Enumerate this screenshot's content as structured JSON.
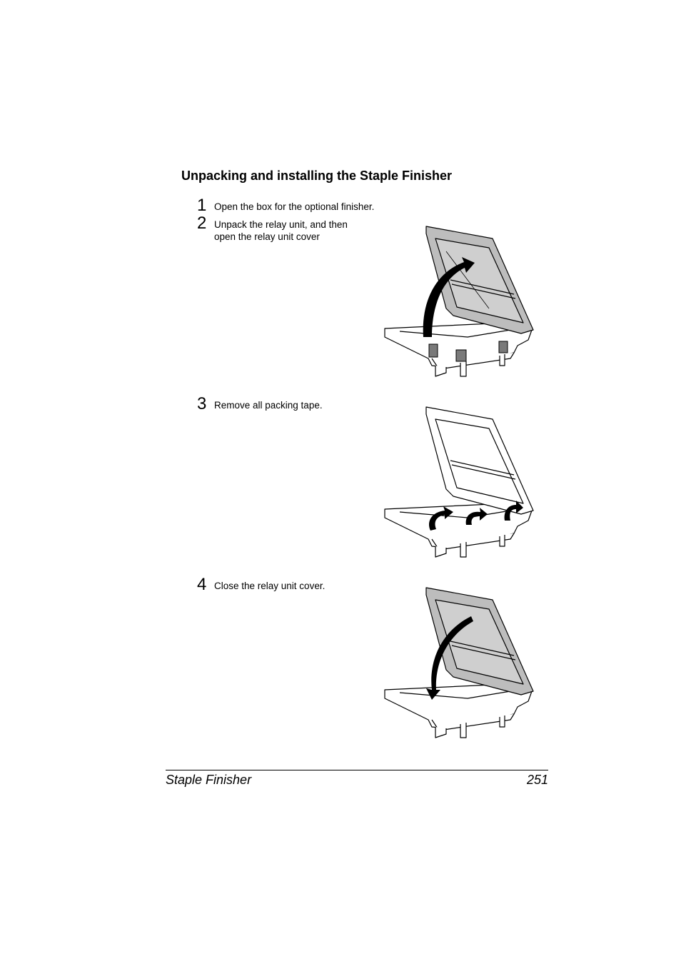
{
  "page": {
    "heading": "Unpacking and installing the Staple Finisher",
    "steps": [
      {
        "number": "1",
        "text": "Open the box for the optional finisher."
      },
      {
        "number": "2",
        "text": "Unpack the relay unit, and then\nopen the relay unit cover"
      },
      {
        "number": "3",
        "text": "Remove all packing tape."
      },
      {
        "number": "4",
        "text": "Close the relay unit cover."
      }
    ]
  },
  "footer": {
    "title": "Staple Finisher",
    "page_number": "251"
  },
  "colors": {
    "line": "#000000",
    "cover_shade": "#bdbdbd",
    "tape": "#7a7a7a",
    "background": "#ffffff"
  }
}
